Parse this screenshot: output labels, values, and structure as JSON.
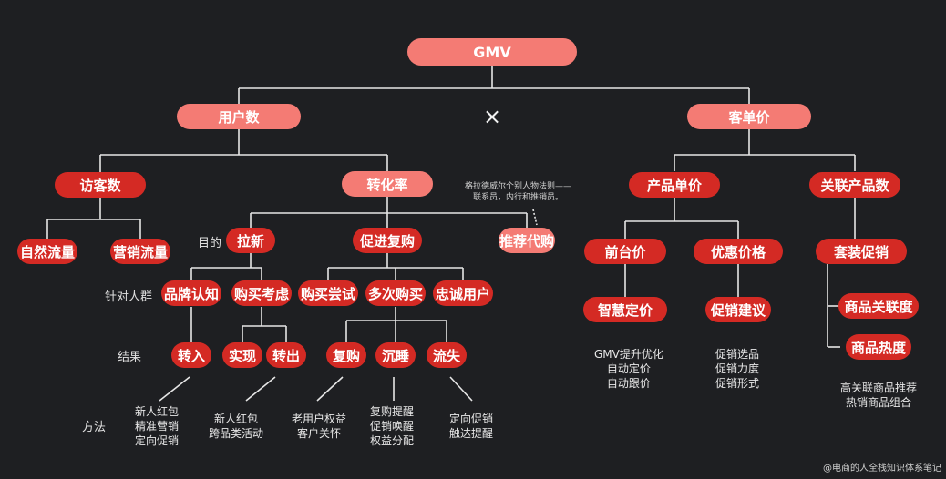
{
  "nodes": {
    "gmv": "GMV",
    "user_count": "用户数",
    "avg_order": "客单价",
    "visitors": "访客数",
    "conversion": "转化率",
    "natural_traffic": "自然流量",
    "marketing_traffic": "营销流量",
    "acquisition": "拉新",
    "repurchase": "促进复购",
    "referral": "推荐代购",
    "brand_awareness": "品牌认知",
    "purchase_consider": "购买考虑",
    "trial": "购买尝试",
    "multi_purchase": "多次购买",
    "loyal": "忠诚用户",
    "convert_in": "转入",
    "realize": "实现",
    "convert_out": "转出",
    "repeat": "复购",
    "dormant": "沉睡",
    "churn": "流失",
    "unit_price": "产品单价",
    "related_count": "关联产品数",
    "front_price": "前台价",
    "discount_price": "优惠价格",
    "bundle": "套装促销",
    "smart_pricing": "智慧定价",
    "promo_advice": "促销建议",
    "relevance": "商品关联度",
    "heat": "商品热度"
  },
  "row_labels": {
    "goal": "目的",
    "target": "针对人群",
    "result": "结果",
    "method": "方法"
  },
  "notes": {
    "gladwell": "格拉德威尔个别人物法则——\n联系员，内行和推销员。",
    "m1": "新人红包\n精准营销\n定向促销",
    "m2": "新人红包\n跨品类活动",
    "m3": "老用户权益\n客户关怀",
    "m4": "复购提醒\n促销唤醒\n权益分配",
    "m5": "定向促销\n触达提醒",
    "p1": "GMV提升优化\n自动定价\n自动跟价",
    "p2": "促销选品\n促销力度\n促销形式",
    "p3": "高关联商品推荐\n热销商品组合"
  },
  "multiply_sign": "×",
  "dash_sign": "—",
  "watermark": "@电商的人全栈知识体系笔记",
  "colors": {
    "background": "#1e1f22",
    "pink": "#f47b74",
    "red": "#d42a24",
    "line": "#e6e6e6"
  }
}
